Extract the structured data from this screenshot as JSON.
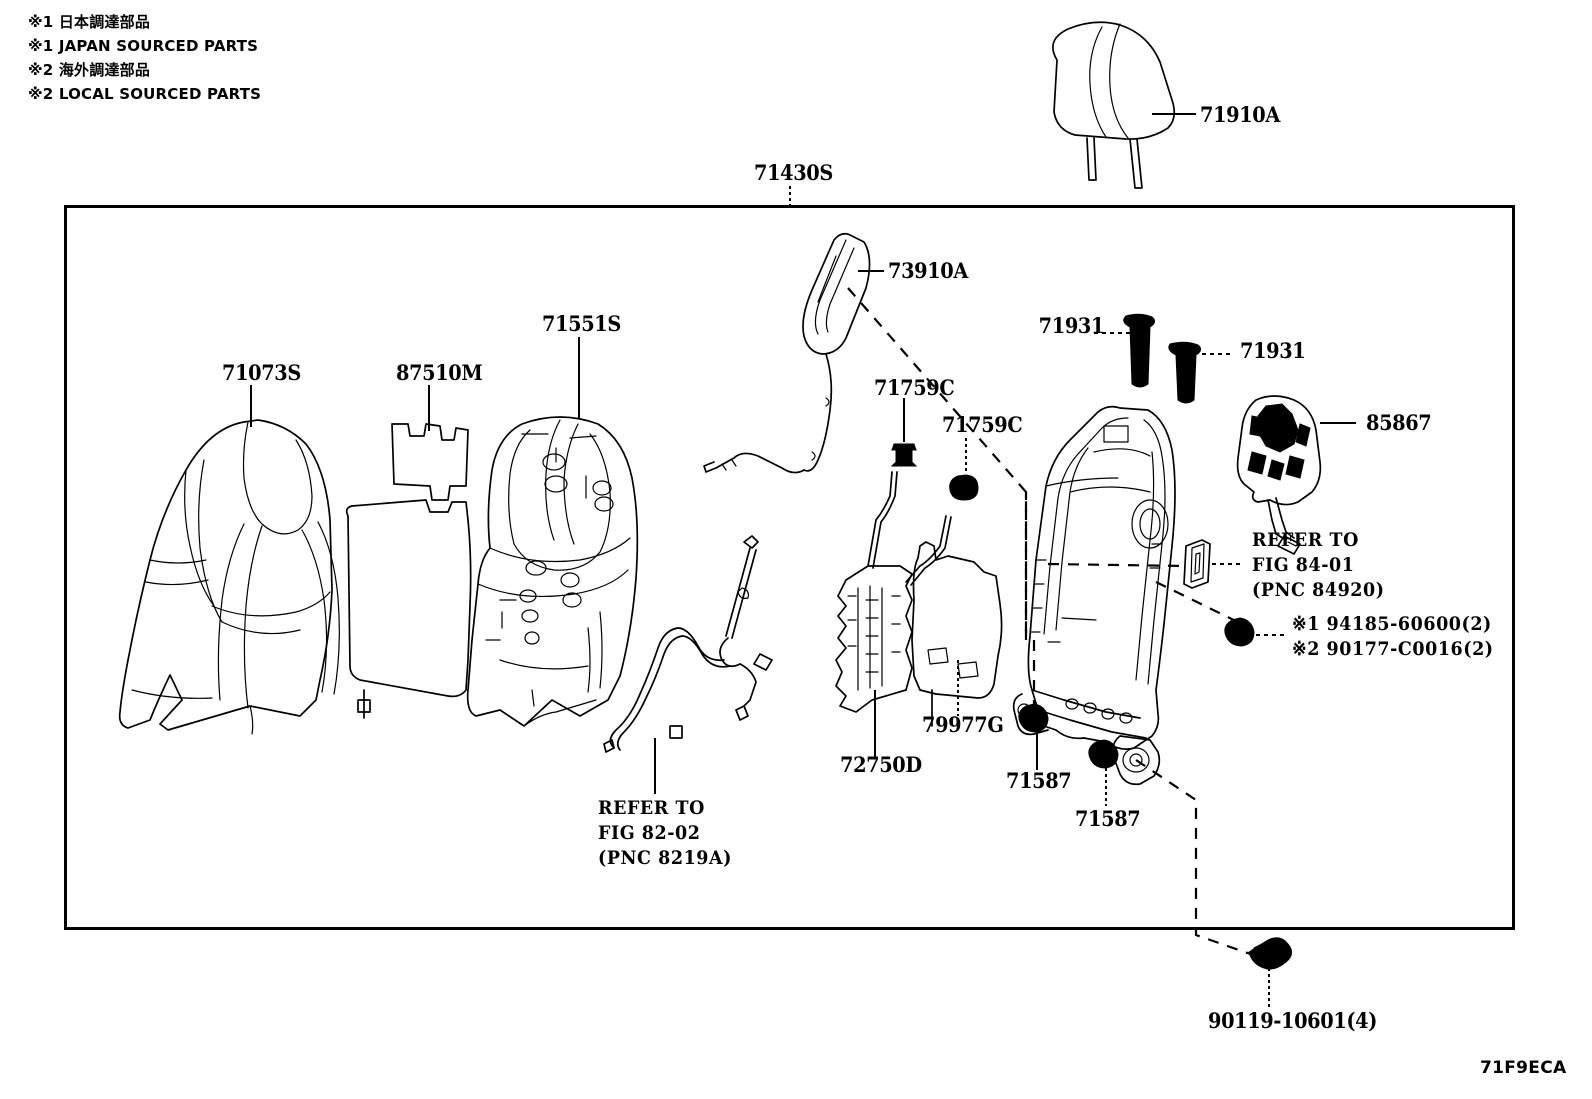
{
  "diagram": {
    "code": "71F9ECA",
    "title_part": "71430S"
  },
  "legend": {
    "lines": [
      "※1 日本調達部品",
      "※1 JAPAN SOURCED PARTS",
      "※2 海外調達部品",
      "※2 LOCAL SOURCED PARTS"
    ]
  },
  "parts": [
    {
      "id": "headrest",
      "number": "71910A"
    },
    {
      "id": "seatback-assembly",
      "number": "71430S"
    },
    {
      "id": "seatback-cover",
      "number": "71073S"
    },
    {
      "id": "seat-heater",
      "number": "87510M"
    },
    {
      "id": "seatback-pad",
      "number": "71551S"
    },
    {
      "id": "recliner-handle",
      "number": "73910A"
    },
    {
      "id": "clip-upper",
      "number": "71759C"
    },
    {
      "id": "clip-lower",
      "number": "71759C"
    },
    {
      "id": "bolt-left",
      "number": "71931"
    },
    {
      "id": "bolt-right",
      "number": "71931"
    },
    {
      "id": "seat-control-switch",
      "number": "85867"
    },
    {
      "id": "spring-assembly",
      "number": "72750D"
    },
    {
      "id": "back-board",
      "number": "79977G"
    },
    {
      "id": "nut-upper",
      "number": "71587"
    },
    {
      "id": "nut-lower",
      "number": "71587"
    },
    {
      "id": "bolt-bottom",
      "number": "90119-10601(4)"
    }
  ],
  "refer_blocks": [
    {
      "id": "fig-82-02",
      "lines": [
        "REFER TO",
        "FIG 82-02",
        "(PNC 8219A)"
      ]
    },
    {
      "id": "fig-84-01",
      "lines": [
        "REFER TO",
        "FIG 84-01",
        "(PNC 84920)"
      ]
    }
  ],
  "sourced_notes": [
    "※1 94185-60600(2)",
    "※2 90177-C0016(2)"
  ]
}
